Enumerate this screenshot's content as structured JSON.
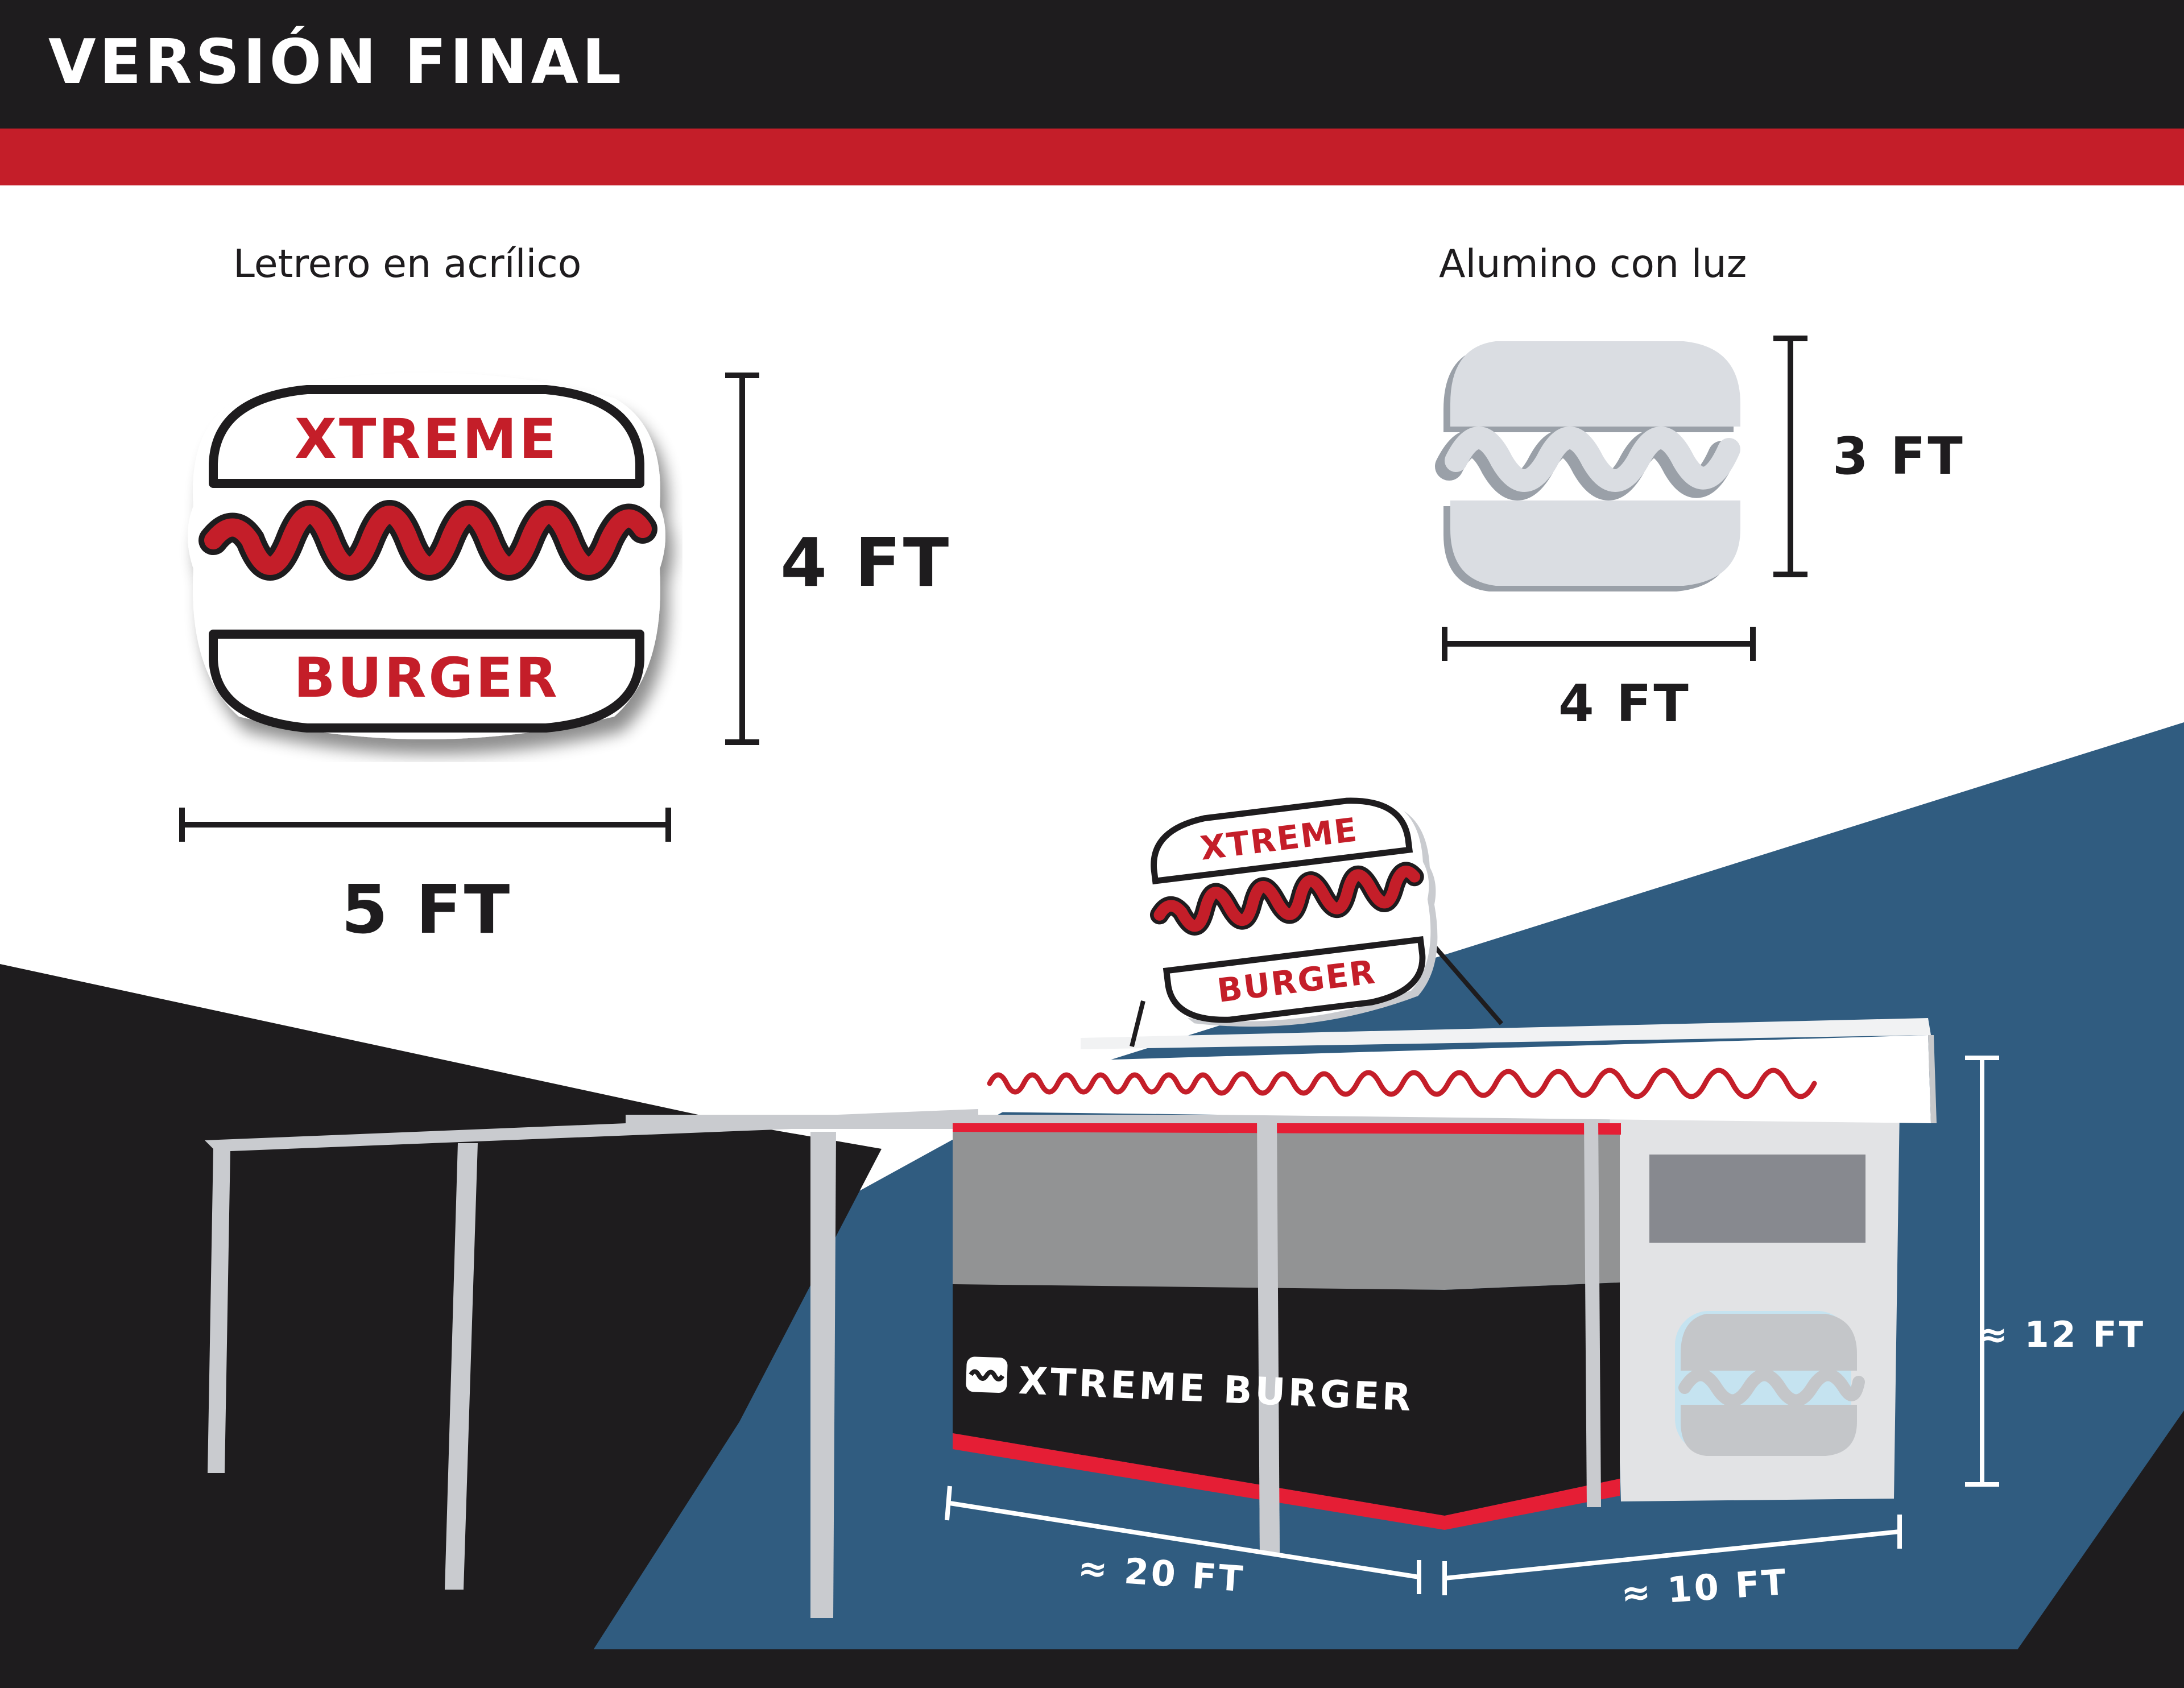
{
  "page": {
    "title": "VERSIÓN FINAL"
  },
  "colors": {
    "header_bg": "#1e1c1e",
    "accent_red": "#c41e29",
    "steel_blue": "#305c80",
    "dark": "#1e1c1e",
    "aluminum": "#d6d9de"
  },
  "acrylic_sign": {
    "caption": "Letrero en acrílico",
    "logo_top": "XTREME",
    "logo_bottom": "BURGER",
    "height_label": "4 FT",
    "width_label": "5 FT"
  },
  "aluminum_sign": {
    "caption": "Alumino con luz",
    "height_label": "3 FT",
    "width_label": "4 FT"
  },
  "building": {
    "roof_sign_top": "XTREME",
    "roof_sign_bottom": "BURGER",
    "wall_brand": "XTREME BURGER",
    "front_length_label": "≈  20 FT",
    "side_length_label": "≈ 10 FT",
    "height_label": "≈  12 FT"
  },
  "icons": {
    "burger_logo": "burger-logo-icon",
    "wall_logo": "burger-mini-icon"
  }
}
